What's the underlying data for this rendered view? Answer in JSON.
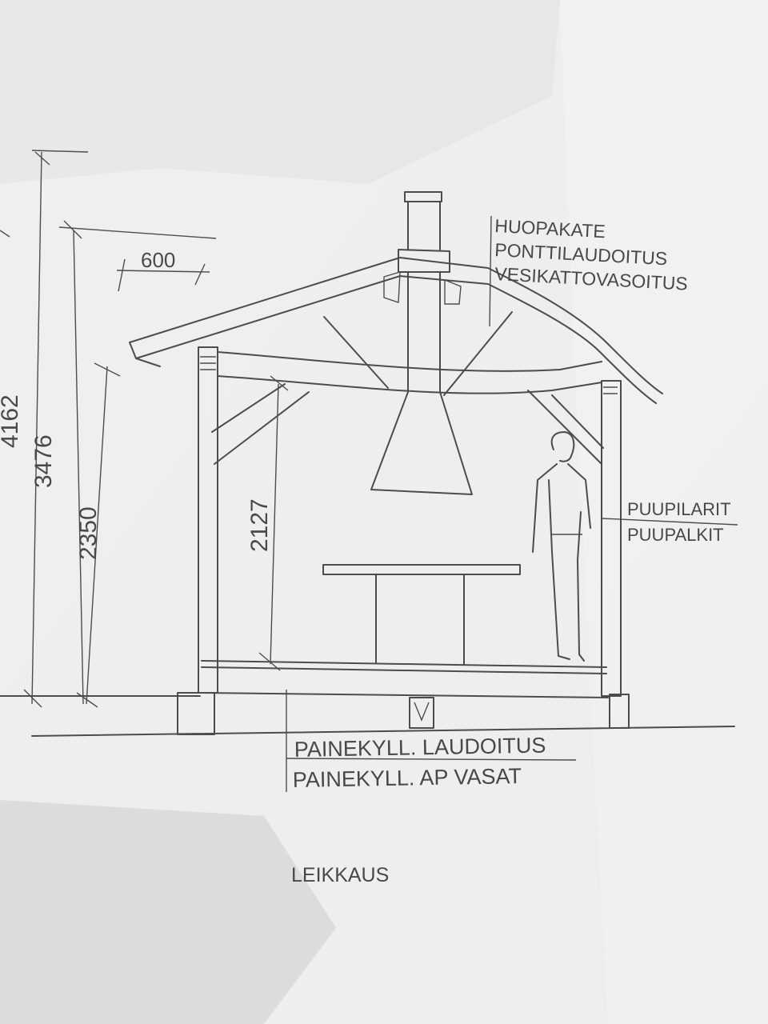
{
  "drawing": {
    "title": "LEIKKAUS",
    "dimensions": {
      "total_height_partial": "4162",
      "ridge_height": "3476",
      "eave_height": "2350",
      "clear_height": "2127",
      "overhang": "600"
    },
    "roof_labels": [
      "HUOPAKATE",
      "PONTTILAUDOITUS",
      "VESIKATTOVASOITUS"
    ],
    "post_labels": [
      "PUUPILARIT",
      "PUUPALKIT"
    ],
    "floor_labels": [
      "PAINEKYLL. LAUDOITUS",
      "PAINEKYLL. AP VASAT"
    ]
  },
  "colors": {
    "paper": "#f4f4f6",
    "shadow": "#cfcfd2",
    "ink": "#1a1a1a"
  }
}
